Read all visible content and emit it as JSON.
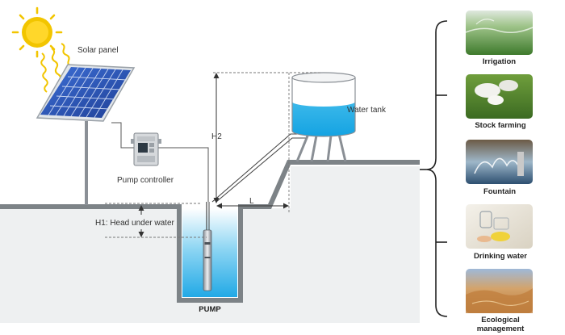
{
  "labels": {
    "solar_panel": "Solar panel",
    "pump_controller": "Pump controller",
    "water_tank": "Water tank",
    "h2": "H2",
    "l": "L",
    "h1": "H1: Head under water",
    "pump": "PUMP"
  },
  "applications": [
    {
      "label": "Irrigation"
    },
    {
      "label": "Stock farming"
    },
    {
      "label": "Fountain"
    },
    {
      "label": "Drinking water"
    },
    {
      "label": "Ecological",
      "label2": "management"
    }
  ],
  "colors": {
    "sun": "#f2c500",
    "panel": "#2b54b8",
    "water": "#1eaee8",
    "ground": "#eef0f1",
    "ground_line": "#7d8387"
  }
}
